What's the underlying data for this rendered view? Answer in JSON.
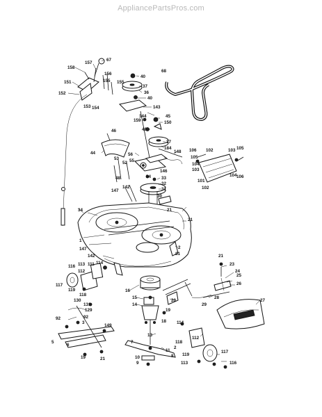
{
  "watermark": "AppliancePartsPros.com",
  "labels": [
    {
      "id": "l158",
      "text": "158"
    },
    {
      "id": "l157",
      "text": "157"
    },
    {
      "id": "l67",
      "text": "67"
    },
    {
      "id": "l151",
      "text": "151"
    },
    {
      "id": "l152",
      "text": "152"
    },
    {
      "id": "l153",
      "text": "153"
    },
    {
      "id": "l154",
      "text": "154"
    },
    {
      "id": "l156",
      "text": "156"
    },
    {
      "id": "l155a",
      "text": "155"
    },
    {
      "id": "l155b",
      "text": "155"
    },
    {
      "id": "l40a",
      "text": "40"
    },
    {
      "id": "l37a",
      "text": "37"
    },
    {
      "id": "l36",
      "text": "36"
    },
    {
      "id": "l40b",
      "text": "40"
    },
    {
      "id": "l143",
      "text": "143"
    },
    {
      "id": "l144",
      "text": "144"
    },
    {
      "id": "l68",
      "text": "68"
    },
    {
      "id": "l45",
      "text": "45"
    },
    {
      "id": "l150",
      "text": "150"
    },
    {
      "id": "l159",
      "text": "159"
    },
    {
      "id": "l40c",
      "text": "40"
    },
    {
      "id": "l46",
      "text": "46"
    },
    {
      "id": "l37b",
      "text": "37"
    },
    {
      "id": "l184",
      "text": "184"
    },
    {
      "id": "l44",
      "text": "44"
    },
    {
      "id": "l56",
      "text": "56"
    },
    {
      "id": "l55",
      "text": "55"
    },
    {
      "id": "l148",
      "text": "148"
    },
    {
      "id": "l53",
      "text": "53"
    },
    {
      "id": "l52",
      "text": "52"
    },
    {
      "id": "l146",
      "text": "146"
    },
    {
      "id": "l48",
      "text": "48"
    },
    {
      "id": "l54",
      "text": "54"
    },
    {
      "id": "l33",
      "text": "33"
    },
    {
      "id": "l32",
      "text": "32"
    },
    {
      "id": "l142a",
      "text": "142"
    },
    {
      "id": "l147a",
      "text": "147"
    },
    {
      "id": "l31",
      "text": "31"
    },
    {
      "id": "l30",
      "text": "30"
    },
    {
      "id": "l106a",
      "text": "106"
    },
    {
      "id": "l102a",
      "text": "102"
    },
    {
      "id": "l103a",
      "text": "103"
    },
    {
      "id": "l105a",
      "text": "105"
    },
    {
      "id": "l105b",
      "text": "105"
    },
    {
      "id": "l104a",
      "text": "104"
    },
    {
      "id": "l103b",
      "text": "103"
    },
    {
      "id": "l101",
      "text": "101"
    },
    {
      "id": "l104b",
      "text": "104"
    },
    {
      "id": "l106b",
      "text": "106"
    },
    {
      "id": "l102b",
      "text": "102"
    },
    {
      "id": "l34",
      "text": "34"
    },
    {
      "id": "l21a",
      "text": "21"
    },
    {
      "id": "l21b",
      "text": "21"
    },
    {
      "id": "l1",
      "text": "1"
    },
    {
      "id": "l147b",
      "text": "147"
    },
    {
      "id": "l2",
      "text": "2"
    },
    {
      "id": "l21c",
      "text": "21"
    },
    {
      "id": "l142b",
      "text": "142"
    },
    {
      "id": "l21d",
      "text": "21"
    },
    {
      "id": "l116a",
      "text": "116"
    },
    {
      "id": "l113a",
      "text": "113"
    },
    {
      "id": "l111",
      "text": "111"
    },
    {
      "id": "l114a",
      "text": "114"
    },
    {
      "id": "l112a",
      "text": "112"
    },
    {
      "id": "l117a",
      "text": "117"
    },
    {
      "id": "l119a",
      "text": "119"
    },
    {
      "id": "l118a",
      "text": "118"
    },
    {
      "id": "l16",
      "text": "16"
    },
    {
      "id": "l23",
      "text": "23"
    },
    {
      "id": "l24",
      "text": "24"
    },
    {
      "id": "l25",
      "text": "25"
    },
    {
      "id": "l26",
      "text": "26"
    },
    {
      "id": "l15",
      "text": "15"
    },
    {
      "id": "l14",
      "text": "14"
    },
    {
      "id": "l20",
      "text": "20"
    },
    {
      "id": "l130",
      "text": "130"
    },
    {
      "id": "l131",
      "text": "131"
    },
    {
      "id": "l129",
      "text": "129"
    },
    {
      "id": "l92a",
      "text": "92"
    },
    {
      "id": "l92b",
      "text": "92"
    },
    {
      "id": "l3",
      "text": "3"
    },
    {
      "id": "l28",
      "text": "28"
    },
    {
      "id": "l29",
      "text": "29"
    },
    {
      "id": "l27",
      "text": "27"
    },
    {
      "id": "l19a",
      "text": "19"
    },
    {
      "id": "l18",
      "text": "18"
    },
    {
      "id": "l114b",
      "text": "114"
    },
    {
      "id": "l149",
      "text": "149"
    },
    {
      "id": "l5",
      "text": "5"
    },
    {
      "id": "l6",
      "text": "6"
    },
    {
      "id": "l13",
      "text": "13"
    },
    {
      "id": "l7",
      "text": "7"
    },
    {
      "id": "l118b",
      "text": "118"
    },
    {
      "id": "l112b",
      "text": "112"
    },
    {
      "id": "l11",
      "text": "11"
    },
    {
      "id": "l2b",
      "text": "2"
    },
    {
      "id": "l19b",
      "text": "19"
    },
    {
      "id": "l21e",
      "text": "21"
    },
    {
      "id": "l10",
      "text": "10"
    },
    {
      "id": "l9",
      "text": "9"
    },
    {
      "id": "l8",
      "text": "8"
    },
    {
      "id": "l119b",
      "text": "119"
    },
    {
      "id": "l117b",
      "text": "117"
    },
    {
      "id": "l113b",
      "text": "113"
    },
    {
      "id": "l116b",
      "text": "116"
    }
  ]
}
